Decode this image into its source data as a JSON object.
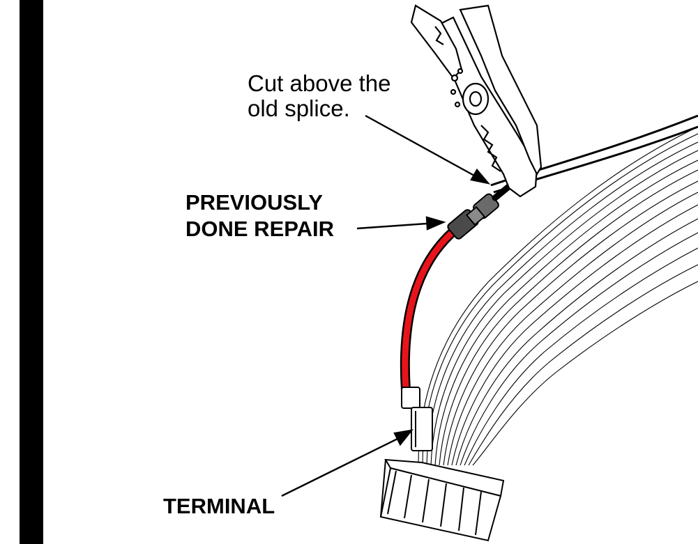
{
  "labels": {
    "cut_line1": "Cut above the",
    "cut_line2": "old splice.",
    "repair_line1": "PREVIOUSLY",
    "repair_line2": "DONE REPAIR",
    "terminal": "TERMINAL"
  },
  "colors": {
    "repair_wire": "#e8141b",
    "ink": "#000000",
    "margin_bar": "#000000",
    "splice_tube": "#4a4a4a",
    "background": "#ffffff"
  },
  "icons": {
    "tool": "wire-cutter-pliers",
    "harness": "wire-harness",
    "connector": "connector-block"
  }
}
